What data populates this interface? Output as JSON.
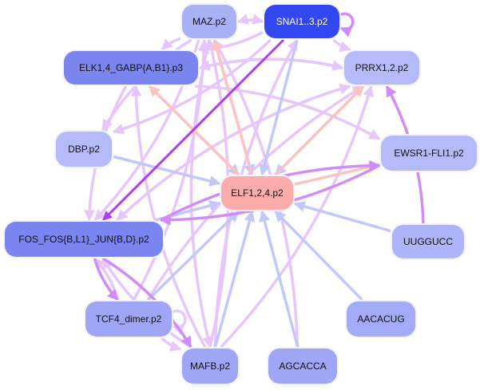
{
  "graph": {
    "nodes": [
      {
        "id": "maz",
        "label": "MAZ.p2",
        "fill": "#a9b1f6",
        "text": "#111111"
      },
      {
        "id": "snai",
        "label": "SNAI1..3.p2",
        "fill": "#3247f0",
        "text": "#ffffff"
      },
      {
        "id": "elk",
        "label": "ELK1,4_GABP{A,B1}.p3",
        "fill": "#7a85f0",
        "text": "#111111"
      },
      {
        "id": "prrx",
        "label": "PRRX1,2.p2",
        "fill": "#b5bbf8",
        "text": "#111111"
      },
      {
        "id": "dbp",
        "label": "DBP.p2",
        "fill": "#b5bbf8",
        "text": "#111111"
      },
      {
        "id": "ewsr",
        "label": "EWSR1-FLI1.p2",
        "fill": "#b5bbf8",
        "text": "#111111"
      },
      {
        "id": "elf",
        "label": "ELF1,2,4.p2",
        "fill": "#fcabab",
        "text": "#111111"
      },
      {
        "id": "fos",
        "label": "FOS_FOS{B,L1}_JUN{B,D}.p2",
        "fill": "#7a85f0",
        "text": "#111111"
      },
      {
        "id": "uug",
        "label": "UUGGUCC",
        "fill": "#adb4f7",
        "text": "#111111"
      },
      {
        "id": "tcf",
        "label": "TCF4_dimer.p2",
        "fill": "#9ea6f5",
        "text": "#111111"
      },
      {
        "id": "aac",
        "label": "AACACUG",
        "fill": "#a3aaf6",
        "text": "#111111"
      },
      {
        "id": "mafb",
        "label": "MAFB.p2",
        "fill": "#9ea6f5",
        "text": "#111111"
      },
      {
        "id": "agc",
        "label": "AGCACCA",
        "fill": "#9ea6f5",
        "text": "#111111"
      }
    ],
    "edge_colors": {
      "lavender": "#e6c6fb",
      "violet": "#d18cf8",
      "purple": "#b23cf5",
      "blue": "#c3c8fa",
      "salmon": "#fcc3c0"
    },
    "edges": [
      {
        "from": "snai",
        "to": "elf",
        "color": "blue"
      },
      {
        "from": "dbp",
        "to": "elf",
        "color": "blue"
      },
      {
        "from": "fos",
        "to": "elf",
        "color": "blue"
      },
      {
        "from": "uug",
        "to": "elf",
        "color": "blue"
      },
      {
        "from": "aac",
        "to": "elf",
        "color": "blue"
      },
      {
        "from": "agc",
        "to": "elf",
        "color": "blue"
      },
      {
        "from": "mafb",
        "to": "elf",
        "color": "blue"
      },
      {
        "from": "tcf",
        "to": "elf",
        "color": "blue"
      },
      {
        "from": "elk",
        "to": "elf",
        "color": "blue"
      },
      {
        "from": "maz",
        "to": "elf",
        "color": "blue"
      },
      {
        "from": "prrx",
        "to": "elf",
        "color": "blue"
      },
      {
        "from": "elf",
        "to": "elk",
        "color": "salmon"
      },
      {
        "from": "elf",
        "to": "prrx",
        "color": "salmon"
      },
      {
        "from": "elf",
        "to": "ewsr",
        "color": "salmon"
      },
      {
        "from": "elf",
        "to": "maz",
        "color": "salmon"
      },
      {
        "from": "snai",
        "to": "fos",
        "color": "purple"
      },
      {
        "from": "fos",
        "to": "ewsr",
        "color": "violet"
      },
      {
        "from": "uug",
        "to": "prrx",
        "color": "violet"
      },
      {
        "from": "ewsr",
        "to": "fos",
        "color": "violet"
      },
      {
        "from": "fos",
        "to": "tcf",
        "color": "violet"
      },
      {
        "from": "maz",
        "to": "snai",
        "color": "lavender"
      },
      {
        "from": "snai",
        "to": "maz",
        "color": "lavender"
      },
      {
        "from": "snai",
        "to": "snai",
        "color": "violet"
      },
      {
        "from": "maz",
        "to": "elk",
        "color": "lavender"
      },
      {
        "from": "snai",
        "to": "elk",
        "color": "lavender"
      },
      {
        "from": "prrx",
        "to": "elk",
        "color": "lavender"
      },
      {
        "from": "elk",
        "to": "prrx",
        "color": "lavender"
      },
      {
        "from": "snai",
        "to": "prrx",
        "color": "lavender"
      },
      {
        "from": "snai",
        "to": "dbp",
        "color": "lavender"
      },
      {
        "from": "maz",
        "to": "dbp",
        "color": "lavender"
      },
      {
        "from": "elk",
        "to": "ewsr",
        "color": "lavender"
      },
      {
        "from": "elk",
        "to": "fos",
        "color": "lavender"
      },
      {
        "from": "maz",
        "to": "fos",
        "color": "lavender"
      },
      {
        "from": "prrx",
        "to": "fos",
        "color": "lavender"
      },
      {
        "from": "mafb",
        "to": "elk",
        "color": "lavender"
      },
      {
        "from": "mafb",
        "to": "maz",
        "color": "lavender"
      },
      {
        "from": "mafb",
        "to": "snai",
        "color": "lavender"
      },
      {
        "from": "mafb",
        "to": "prrx",
        "color": "lavender"
      },
      {
        "from": "mafb",
        "to": "fos",
        "color": "lavender"
      },
      {
        "from": "tcf",
        "to": "mafb",
        "color": "lavender"
      },
      {
        "from": "tcf",
        "to": "tcf",
        "color": "lavender"
      },
      {
        "from": "tcf",
        "to": "maz",
        "color": "lavender"
      },
      {
        "from": "tcf",
        "to": "prrx",
        "color": "lavender"
      },
      {
        "from": "agc",
        "to": "maz",
        "color": "lavender"
      },
      {
        "from": "fos",
        "to": "mafb",
        "color": "violet"
      },
      {
        "from": "maz",
        "to": "mafb",
        "color": "lavender"
      },
      {
        "from": "fos",
        "to": "prrx",
        "color": "lavender"
      },
      {
        "from": "tcf",
        "to": "fos",
        "color": "lavender"
      }
    ]
  }
}
